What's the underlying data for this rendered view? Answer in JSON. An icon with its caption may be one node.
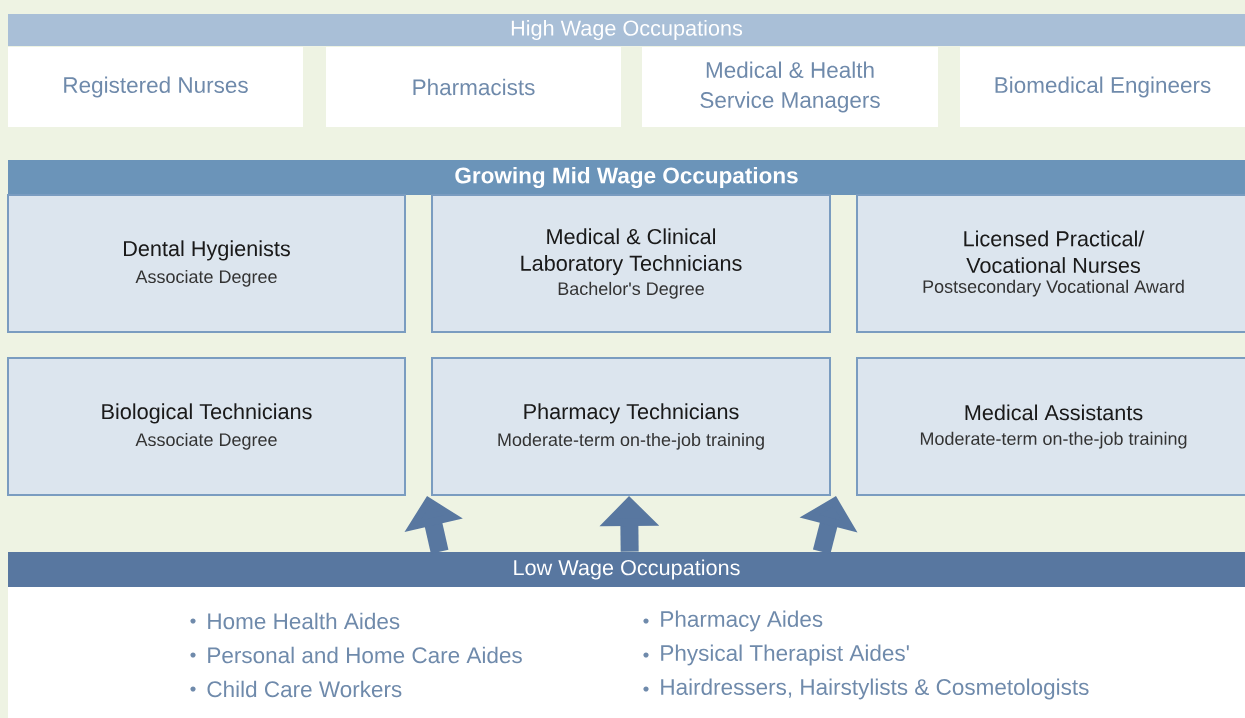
{
  "diagram": {
    "nodes": [
      {
        "text": [
          "High Wage Occupations"
        ]
      },
      {
        "text": [
          "Registered Nurses"
        ]
      },
      {
        "text": [
          "Pharmacists"
        ]
      },
      {
        "text": [
          "Medical & Health Service Managers"
        ]
      },
      {
        "text": [
          "Biomedical Engineers"
        ]
      },
      {
        "text": [
          "Growing Mid Wage Occupations"
        ]
      },
      {
        "text": [
          "Dental Hygienists",
          "Associate Degree"
        ]
      },
      {
        "text": [
          "Medical & Clinical Laboratory Technicians",
          "Bachelor's Degree"
        ]
      },
      {
        "text": [
          "Licensed Practical/ Vocational Nurses",
          "Postsecondary Vocational Award"
        ]
      },
      {
        "text": [
          "Biological Technicians",
          "Associate Degree"
        ]
      },
      {
        "text": [
          "Pharmacy Technicians",
          "Moderate-term on-the-job training"
        ]
      },
      {
        "text": [
          "Medical Assistants",
          "Moderate-term on-the-job training"
        ]
      },
      {
        "text": [
          "Low Wage Occupations"
        ]
      }
    ],
    "edges": [
      {
        "from": 12,
        "to": 9,
        "arrow": "to"
      },
      {
        "from": 12,
        "to": 10,
        "arrow": "to"
      },
      {
        "from": 12,
        "to": 11,
        "arrow": "to"
      }
    ],
    "labels": [
      "Home Health Aides",
      "Pharmacy Aides",
      "Personal and Home Care Aides",
      "Physical Therapist Aides'",
      "Child Care Workers",
      "Hairdressers, Hairstylists & Cosmetologists"
    ]
  }
}
